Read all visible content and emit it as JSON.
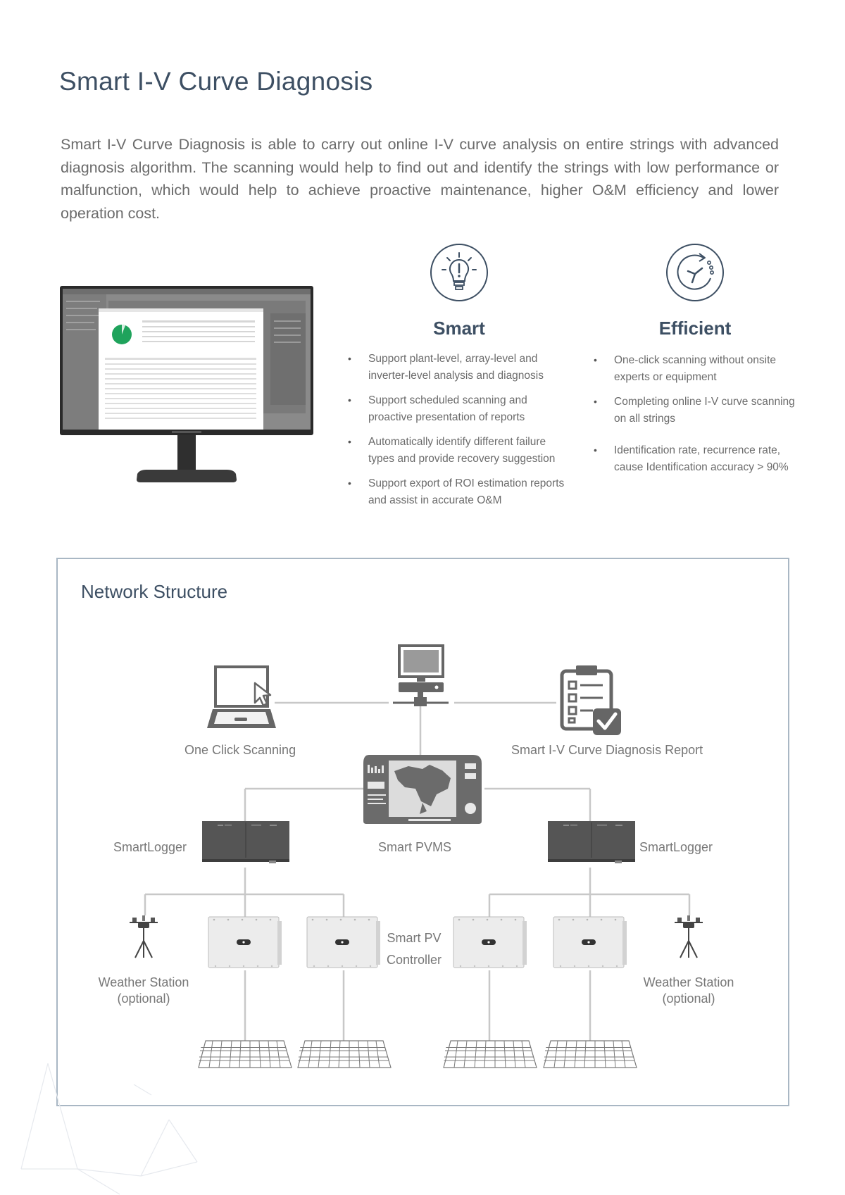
{
  "title": "Smart I-V Curve Diagnosis",
  "intro": "Smart I-V Curve Diagnosis is able to carry out online I-V curve analysis on entire strings with advanced diagnosis algorithm. The scanning would help to find out and identify the strings with low performance or malfunction, which would help to achieve proactive maintenance, higher O&M efficiency and lower operation cost.",
  "icons": {
    "smart": "lightbulb-exclamation-icon",
    "efficient": "stopwatch-refresh-icon"
  },
  "smart": {
    "title": "Smart",
    "items": [
      "Support plant-level, array-level and inverter-level analysis and diagnosis",
      "Support scheduled scanning and proactive presentation of reports",
      "Automatically identify different failure types and provide recovery suggestion",
      "Support export of ROI estimation reports and assist in accurate O&M"
    ]
  },
  "efficient": {
    "title": "Efficient",
    "items": [
      "One-click scanning without onsite experts or equipment",
      "Completing online I-V curve scanning on all strings",
      "Identification rate, recurrence rate, cause Identification accuracy > 90%"
    ]
  },
  "network": {
    "title": "Network Structure",
    "labels": {
      "one_click": "One Click Scanning",
      "report": "Smart I-V Curve Diagnosis Report",
      "logger_left": "SmartLogger",
      "pvms": "Smart PVMS",
      "logger_right": "SmartLogger",
      "controller_l1": "Smart PV",
      "controller_l2": "Controller",
      "weather_left_l1": "Weather Station",
      "weather_left_l2": "(optional)",
      "weather_right_l1": "Weather Station",
      "weather_right_l2": "(optional)"
    }
  },
  "colors": {
    "heading": "#3d4f63",
    "body_text": "#6b6b6b",
    "device_gray": "#6b6b6b",
    "line_gray": "#c8c8c8",
    "frame": "#a9b7c4",
    "chart_green": "#1fa35c"
  }
}
